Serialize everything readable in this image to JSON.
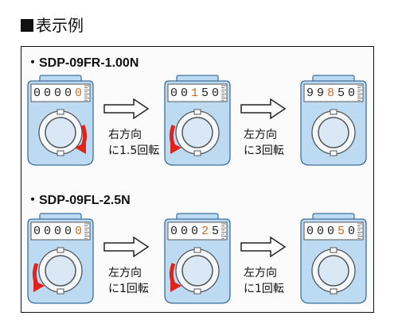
{
  "title": "表示例",
  "colors": {
    "body": "#bcdaf2",
    "body_stroke": "#3f6f9a",
    "counter_bg": "#ffffff",
    "highlight_digit": "#d2691e",
    "red_arrow": "#e0231b"
  },
  "sections": [
    {
      "label": "・SDP-09FR-1.00N",
      "devices": [
        {
          "digits": [
            "0",
            "0",
            "0",
            "0",
            "0"
          ],
          "highlight_index": 4,
          "rotation_arrow": "right"
        },
        {
          "digits": [
            "0",
            "0",
            "1",
            "5",
            "0"
          ],
          "highlight_index": 2,
          "rotation_arrow": "left"
        },
        {
          "digits": [
            "9",
            "9",
            "8",
            "5",
            "0"
          ],
          "highlight_index": 2,
          "rotation_arrow": "none"
        }
      ],
      "operations": [
        {
          "line1": "右方向",
          "line2": "に1.5回転"
        },
        {
          "line1": "左方向",
          "line2": "に3回転"
        }
      ]
    },
    {
      "label": "・SDP-09FL-2.5N",
      "devices": [
        {
          "digits": [
            "0",
            "0",
            "0",
            "0",
            "0"
          ],
          "highlight_index": 4,
          "rotation_arrow": "left"
        },
        {
          "digits": [
            "0",
            "0",
            "0",
            "2",
            "5"
          ],
          "highlight_index": 3,
          "rotation_arrow": "left"
        },
        {
          "digits": [
            "0",
            "0",
            "0",
            "5",
            "0"
          ],
          "highlight_index": 3,
          "rotation_arrow": "none"
        }
      ],
      "operations": [
        {
          "line1": "左方向",
          "line2": "に1回転"
        },
        {
          "line1": "左方向",
          "line2": "に1回転"
        }
      ]
    }
  ]
}
